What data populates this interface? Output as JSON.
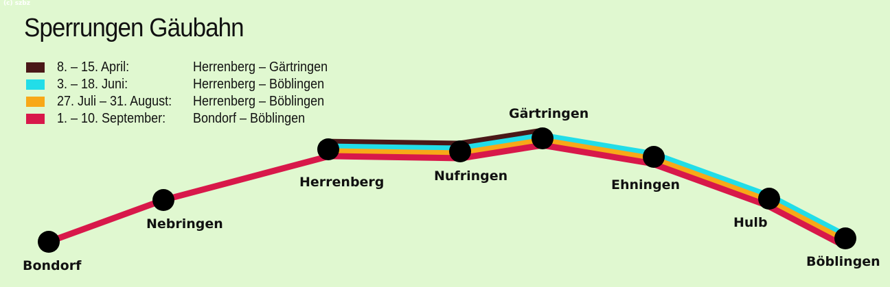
{
  "watermark": "(c) szbz",
  "title": "Sperrungen Gäubahn",
  "legend": [
    {
      "period": "8. – 15. April:",
      "route": "Herrenberg – Gärtringen",
      "color": "#4a1818",
      "from": 2,
      "to": 4
    },
    {
      "period": "3. – 18. Juni:",
      "route": "Herrenberg – Böblingen",
      "color": "#22dde8",
      "from": 2,
      "to": 7
    },
    {
      "period": "27. Juli – 31. August:",
      "route": "Herrenberg – Böblingen",
      "color": "#f8a818",
      "from": 2,
      "to": 7
    },
    {
      "period": "1. – 10. September:",
      "route": "Bondorf – Böblingen",
      "color": "#d8184a",
      "from": 0,
      "to": 7
    }
  ],
  "stations": [
    "Bondorf",
    "Nebringen",
    "Herrenberg",
    "Nufringen",
    "Gärtringen",
    "Ehningen",
    "Hulb",
    "Böblingen"
  ]
}
